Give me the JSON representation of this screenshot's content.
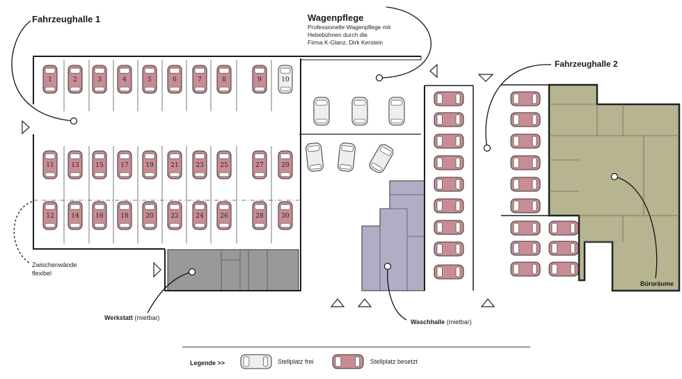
{
  "labels": {
    "hall1": "Fahrzeughalle 1",
    "hall2": "Fahrzeughalle 2",
    "care_title": "Wagenpflege",
    "care_desc": [
      "Professionelle Wagenpflege mit",
      "Hebebühnen durch die",
      "Firma K-Glanz, Dirk Kerstein"
    ],
    "walls_note": [
      "Zwischenwände",
      "flexibel"
    ],
    "workshop": "Werkstatt",
    "workshop_suffix": "(mietbar)",
    "washhall": "Waschhalle",
    "washhall_suffix": "(mietbar)",
    "offices": "Büroräume"
  },
  "legend": {
    "title": "Legende >>",
    "free": "Stellplatz frei",
    "occupied": "Stellplatz besetzt"
  },
  "hall1_spots": {
    "row1": [
      {
        "n": "1",
        "status": "besetzt"
      },
      {
        "n": "2",
        "status": "besetzt"
      },
      {
        "n": "3",
        "status": "besetzt"
      },
      {
        "n": "4",
        "status": "besetzt"
      },
      {
        "n": "5",
        "status": "besetzt"
      },
      {
        "n": "6",
        "status": "besetzt"
      },
      {
        "n": "7",
        "status": "besetzt"
      },
      {
        "n": "8",
        "status": "besetzt"
      },
      {
        "n": "9",
        "status": "besetzt"
      },
      {
        "n": "10",
        "status": "frei"
      }
    ],
    "row2": [
      {
        "n": "11",
        "status": "besetzt"
      },
      {
        "n": "13",
        "status": "besetzt"
      },
      {
        "n": "15",
        "status": "besetzt"
      },
      {
        "n": "17",
        "status": "besetzt"
      },
      {
        "n": "19",
        "status": "besetzt"
      },
      {
        "n": "21",
        "status": "besetzt"
      },
      {
        "n": "23",
        "status": "besetzt"
      },
      {
        "n": "25",
        "status": "besetzt"
      },
      {
        "n": "27",
        "status": "besetzt"
      },
      {
        "n": "29",
        "status": "besetzt"
      }
    ],
    "row3": [
      {
        "n": "12",
        "status": "besetzt"
      },
      {
        "n": "14",
        "status": "besetzt"
      },
      {
        "n": "16",
        "status": "besetzt"
      },
      {
        "n": "18",
        "status": "besetzt"
      },
      {
        "n": "20",
        "status": "besetzt"
      },
      {
        "n": "22",
        "status": "besetzt"
      },
      {
        "n": "24",
        "status": "besetzt"
      },
      {
        "n": "26",
        "status": "besetzt"
      },
      {
        "n": "28",
        "status": "besetzt"
      },
      {
        "n": "30",
        "status": "besetzt"
      }
    ]
  },
  "colors": {
    "occupied": "#c98c94",
    "free": "#eeeeee",
    "workshop": "#999999",
    "washhall": "#b1adc6",
    "offices": "#b7b491"
  }
}
